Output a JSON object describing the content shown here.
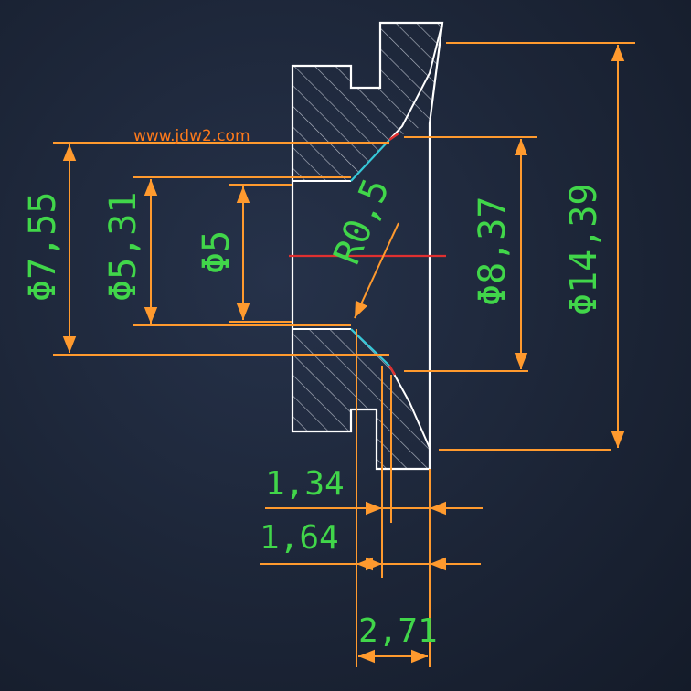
{
  "watermark": "www.jdw2.com",
  "dimensions": {
    "d_7_55": "Φ7,55",
    "d_5_31": "Φ5,31",
    "d_5": "Φ5",
    "r_0_5": "R0,5",
    "d_8_37": "Φ8,37",
    "d_14_39": "Φ14,39",
    "l_1_34": "1,34",
    "l_1_64": "1,64",
    "l_2_71": "2,71"
  },
  "colors": {
    "background": "#1c2537",
    "outline": "#ffffff",
    "hatch": "#c9cdd6",
    "dimension": "#ff9a2e",
    "dim_text": "#41d64a",
    "watermark": "#ff7a1a",
    "centerline": "#e03030",
    "chamfer": "#36c8d8"
  }
}
